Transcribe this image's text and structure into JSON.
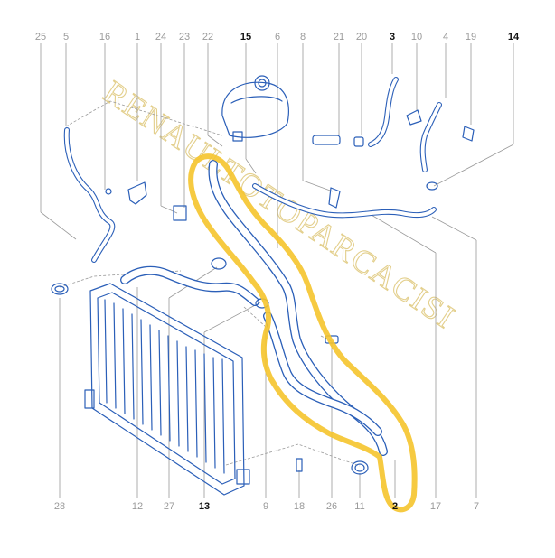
{
  "diagram": {
    "watermark_text": "RENAULTOTOPARCACISI",
    "top_callouts": [
      "25",
      "5",
      "16",
      "1",
      "24",
      "23",
      "22",
      "15",
      "6",
      "8",
      "21",
      "20",
      "3",
      "10",
      "4",
      "19",
      "14"
    ],
    "bottom_callouts": [
      "28",
      "12",
      "27",
      "13",
      "9",
      "18",
      "26",
      "11",
      "2",
      "17",
      "7"
    ],
    "bold_callouts": [
      "15",
      "3",
      "14",
      "13",
      "2"
    ],
    "highlighted_part": "2",
    "colors": {
      "part_lines": "#2b5fb8",
      "callout_text": "#9a9a9a",
      "highlight": "#f5c42c",
      "watermark": "#e3cf8c"
    }
  }
}
